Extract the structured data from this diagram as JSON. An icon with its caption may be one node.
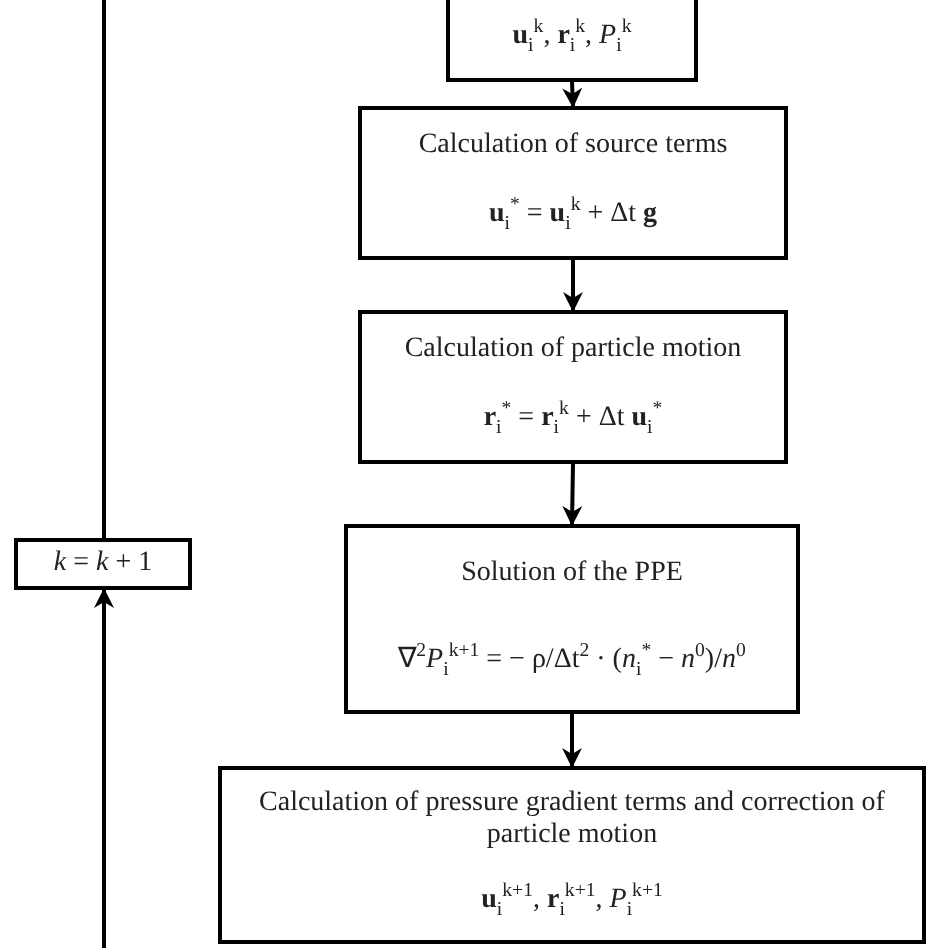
{
  "diagram": {
    "nodes": [
      {
        "text": [
          "**u**$_{i}$$^{k}$, **r**$_{i}$$^{k}$, *P*$_{i}$$^{k}$"
        ]
      },
      {
        "text": [
          "Calculation of source terms",
          "**u**$_{i}$$^{*}$ = **u**$_{i}$$^{k}$ + Δt **g**"
        ]
      },
      {
        "text": [
          "Calculation of particle motion",
          "**r**$_{i}$$^{*}$ = **r**$_{i}$$^{k}$ + Δt **u**$_{i}$$^{*}$"
        ]
      },
      {
        "text": [
          "Solution of the PPE",
          "∇$^{2}$*P*$_{i}$$^{k+1}$ = − ρ/Δt$^{2}$ · (*n*$_{i}$$^{*}$ − *n*$^{0}$)/*n*$^{0}$"
        ]
      },
      {
        "text": [
          "Calculation of pressure gradient terms and correction of particle motion",
          "**u**$_{i}$$^{k+1}$, **r**$_{i}$$^{k+1}$, *P*$_{i}$$^{k+1}$"
        ]
      },
      {
        "text": [
          "*k* = *k* + 1"
        ]
      }
    ],
    "edges": [
      {
        "from": 0,
        "to": 1,
        "arrow": "to"
      },
      {
        "from": 1,
        "to": 2,
        "arrow": "to"
      },
      {
        "from": 2,
        "to": 3,
        "arrow": "to"
      },
      {
        "from": 3,
        "to": 4,
        "arrow": "to"
      },
      {
        "from": null,
        "to": 5,
        "arrow": "to"
      },
      {
        "from": 5,
        "to": null,
        "arrow": "none"
      }
    ]
  }
}
